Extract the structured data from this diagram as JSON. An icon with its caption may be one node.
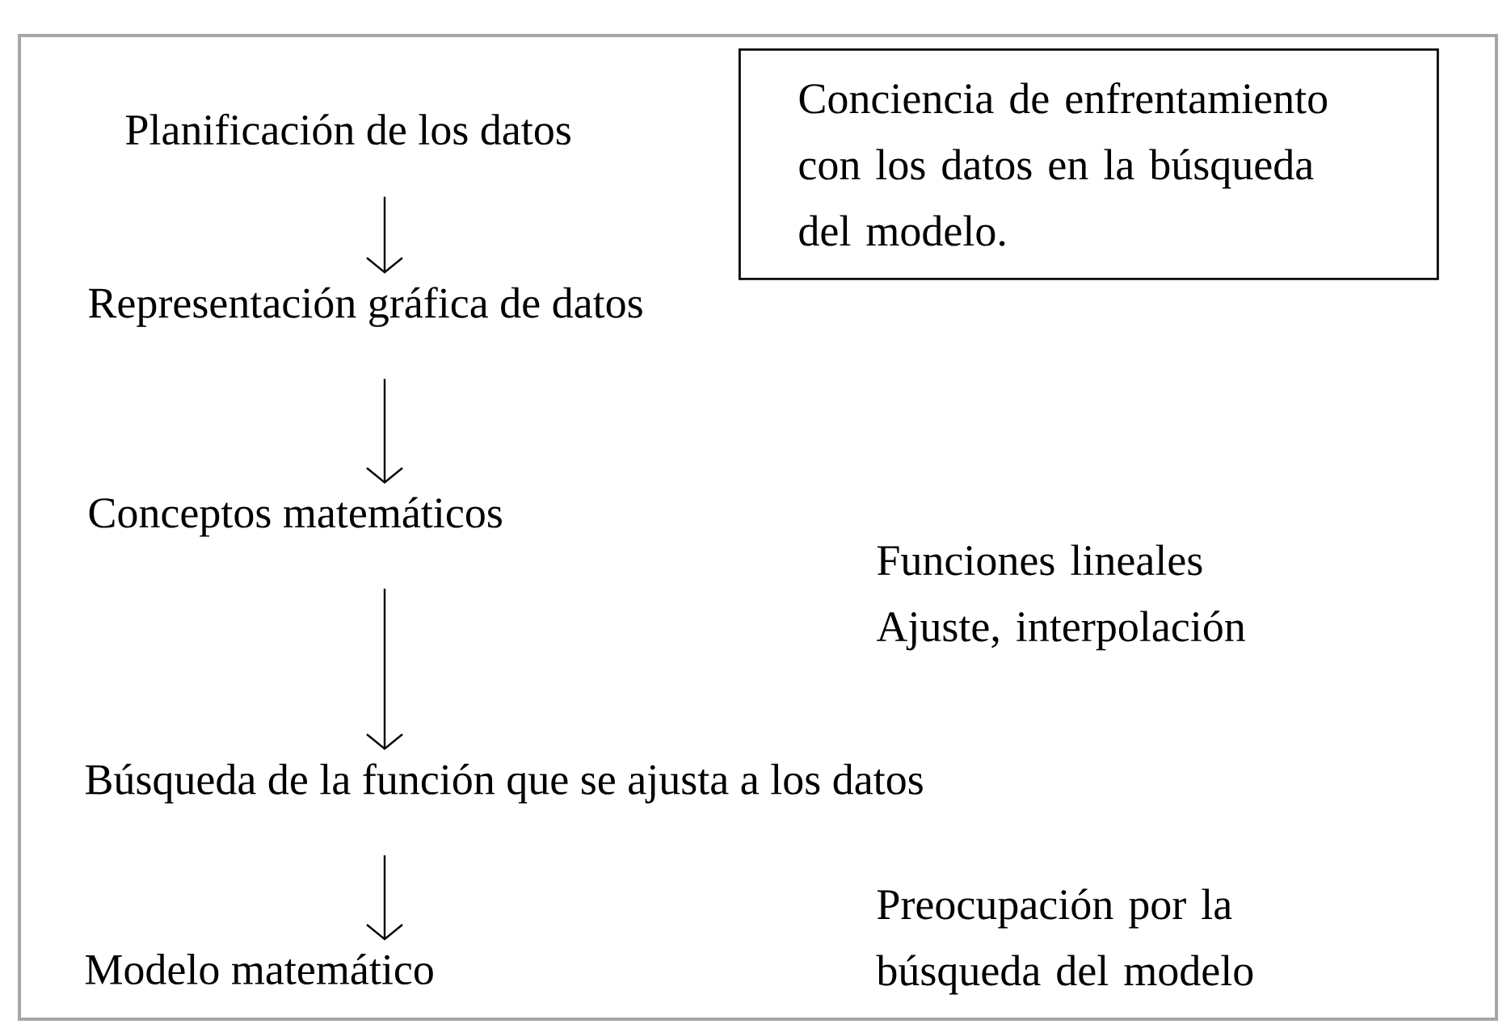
{
  "diagram": {
    "nodes": [
      {
        "text": [
          "Planificación de los datos"
        ]
      },
      {
        "text": [
          "Conciencia de enfrentamiento con los datos en la búsqueda del modelo."
        ]
      },
      {
        "text": [
          "Representación gráfica de datos"
        ]
      },
      {
        "text": [
          "Conceptos matemáticos"
        ]
      },
      {
        "text": [
          "Búsqueda de la función que se ajusta a los datos"
        ]
      },
      {
        "text": [
          "Modelo matemático"
        ]
      }
    ],
    "edges": [
      {
        "from": 0,
        "to": 2,
        "arrow": "to"
      },
      {
        "from": 2,
        "to": 3,
        "arrow": "to"
      },
      {
        "from": 3,
        "to": 4,
        "arrow": "to"
      },
      {
        "from": 4,
        "to": 5,
        "arrow": "to"
      }
    ],
    "labels": [
      "Funciones lineales Ajuste, interpolación",
      "Preocupación por la búsqueda del modelo"
    ]
  }
}
